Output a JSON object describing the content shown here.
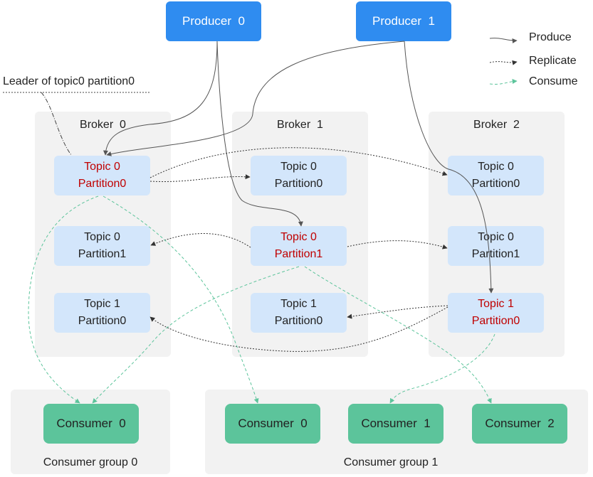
{
  "producers": [
    {
      "label": "Producer  0"
    },
    {
      "label": "Producer  1"
    }
  ],
  "legend": {
    "produce": "Produce",
    "replicate": "Replicate",
    "consume": "Consume"
  },
  "annotation": "Leader of topic0 partition0",
  "brokers": [
    {
      "title": "Broker  0",
      "partitions": [
        {
          "topic": "Topic 0",
          "partition": "Partition0"
        },
        {
          "topic": "Topic 0",
          "partition": "Partition1"
        },
        {
          "topic": "Topic 1",
          "partition": "Partition0"
        }
      ]
    },
    {
      "title": "Broker  1",
      "partitions": [
        {
          "topic": "Topic 0",
          "partition": "Partition0"
        },
        {
          "topic": "Topic 0",
          "partition": "Partition1"
        },
        {
          "topic": "Topic 1",
          "partition": "Partition0"
        }
      ]
    },
    {
      "title": "Broker  2",
      "partitions": [
        {
          "topic": "Topic 0",
          "partition": "Partition0"
        },
        {
          "topic": "Topic 0",
          "partition": "Partition1"
        },
        {
          "topic": "Topic 1",
          "partition": "Partition0"
        }
      ]
    }
  ],
  "consumer_groups": [
    {
      "label": "Consumer group 0",
      "consumers": [
        "Consumer  0"
      ]
    },
    {
      "label": "Consumer group 1",
      "consumers": [
        "Consumer  0",
        "Consumer  1",
        "Consumer  2"
      ]
    }
  ],
  "colors": {
    "producer": "#2f8cf0",
    "partition": "#d3e6fb",
    "leader_text": "#c00000",
    "consumer": "#5cc49b",
    "consume_line": "#5cc49b",
    "panel": "#f2f2f2"
  }
}
